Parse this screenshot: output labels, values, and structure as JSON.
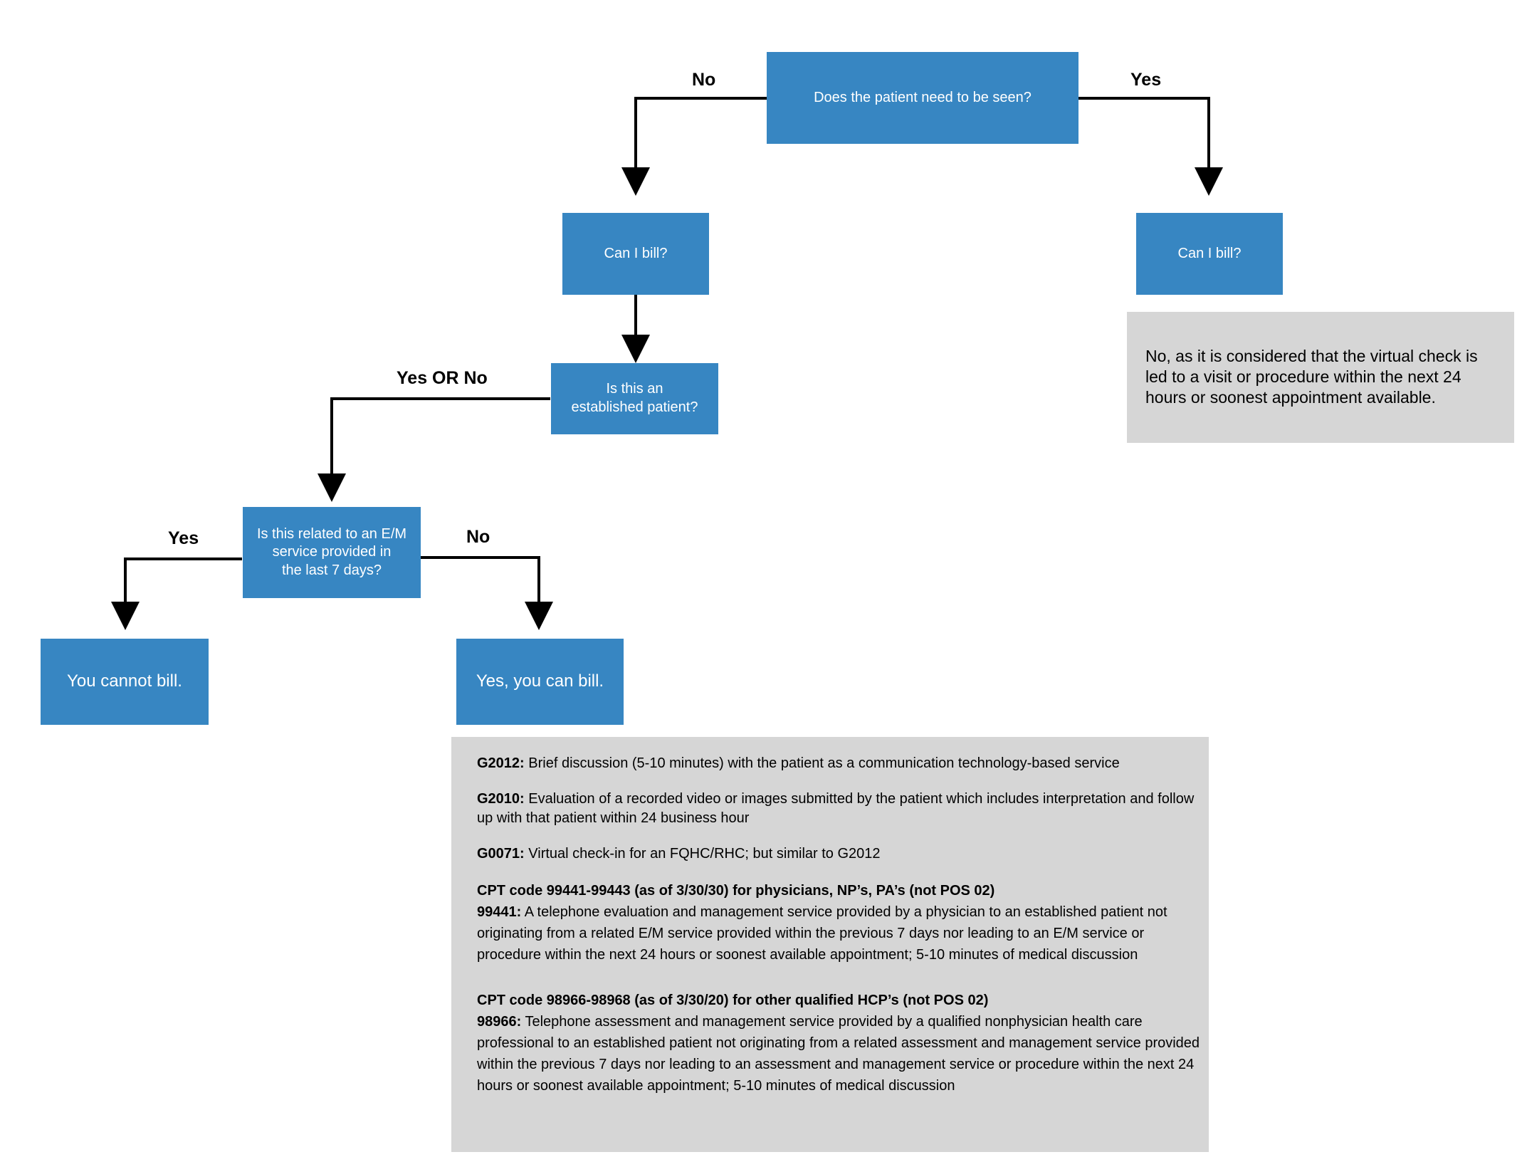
{
  "nodes": {
    "seen": "Does the patient need to be seen?",
    "bill_left": "Can I bill?",
    "bill_right": "Can I bill?",
    "established": "Is this an\nestablished patient?",
    "related": "Is this related to an E/M\nservice provided in\nthe last 7 days?",
    "cannot": "You cannot bill.",
    "can": "Yes, you can bill."
  },
  "edges": {
    "no_top": "No",
    "yes_top": "Yes",
    "yes_or_no": "Yes OR No",
    "yes_left": "Yes",
    "no_right": "No"
  },
  "notes": {
    "right": "No, as it is considered that the virtual check is led to a visit or procedure within the next 24 hours or soonest appointment available.",
    "codes": {
      "g2012_code": "G2012:",
      "g2012_text": " Brief discussion (5-10 minutes) with the patient as a communication technology-based service",
      "g2010_code": "G2010:",
      "g2010_text": " Evaluation of a recorded video or images submitted by the patient which includes interpretation and follow up with that patient within 24 business hour",
      "g0071_code": "G0071:",
      "g0071_text": " Virtual check-in for an FQHC/RHC; but similar to G2012",
      "cpt1_heading": "CPT code 99441-99443 (as of 3/30/30) for physicians, NP’s, PA’s (not POS 02)",
      "c99441_code": "99441:",
      "c99441_text": " A telephone evaluation and management service provided by a physician to an established patient not originating from a related E/M service provided within the previous 7 days nor leading to an E/M service or procedure within the next 24 hours or soonest available appointment; 5-10 minutes of medical discussion",
      "cpt2_heading": "CPT code 98966-98968 (as of 3/30/20) for other qualified HCP’s (not POS 02)",
      "c98966_code": "98966:",
      "c98966_text": " Telephone assessment and management service provided by a qualified nonphysician health care professional to an established patient not originating from a related assessment and management service provided within the previous 7 days nor leading to an assessment and management service or procedure within the next 24 hours or soonest available appointment; 5-10 minutes of medical discussion"
    }
  },
  "colors": {
    "node_fill": "#3786c2",
    "note_fill": "#d6d6d6",
    "arrow": "#000000"
  }
}
